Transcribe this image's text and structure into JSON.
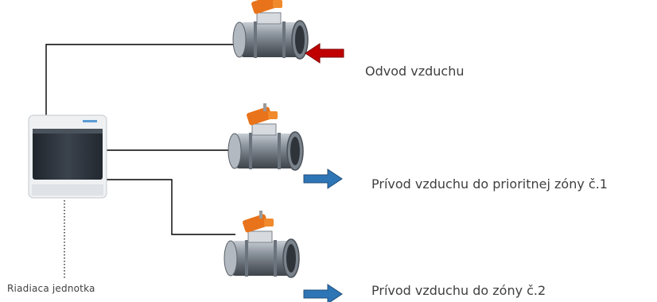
{
  "labels": {
    "exhaust": "Odvod vzduchu",
    "priority_supply": "Prívod vzduchu do prioritnej zóny č.1",
    "zone2_supply": "Prívod vzduchu do zóny č.2",
    "control_unit": "Riadiaca jednotka"
  },
  "arrows": {
    "exhaust": {
      "direction": "left",
      "color": "#c00000"
    },
    "supply": {
      "direction": "right",
      "color": "#2e75b6"
    }
  },
  "colors": {
    "wire": "#000000",
    "damper_body": "#9aa3ad",
    "actuator": "#e8731a",
    "unit_panel": "#2e3440"
  }
}
